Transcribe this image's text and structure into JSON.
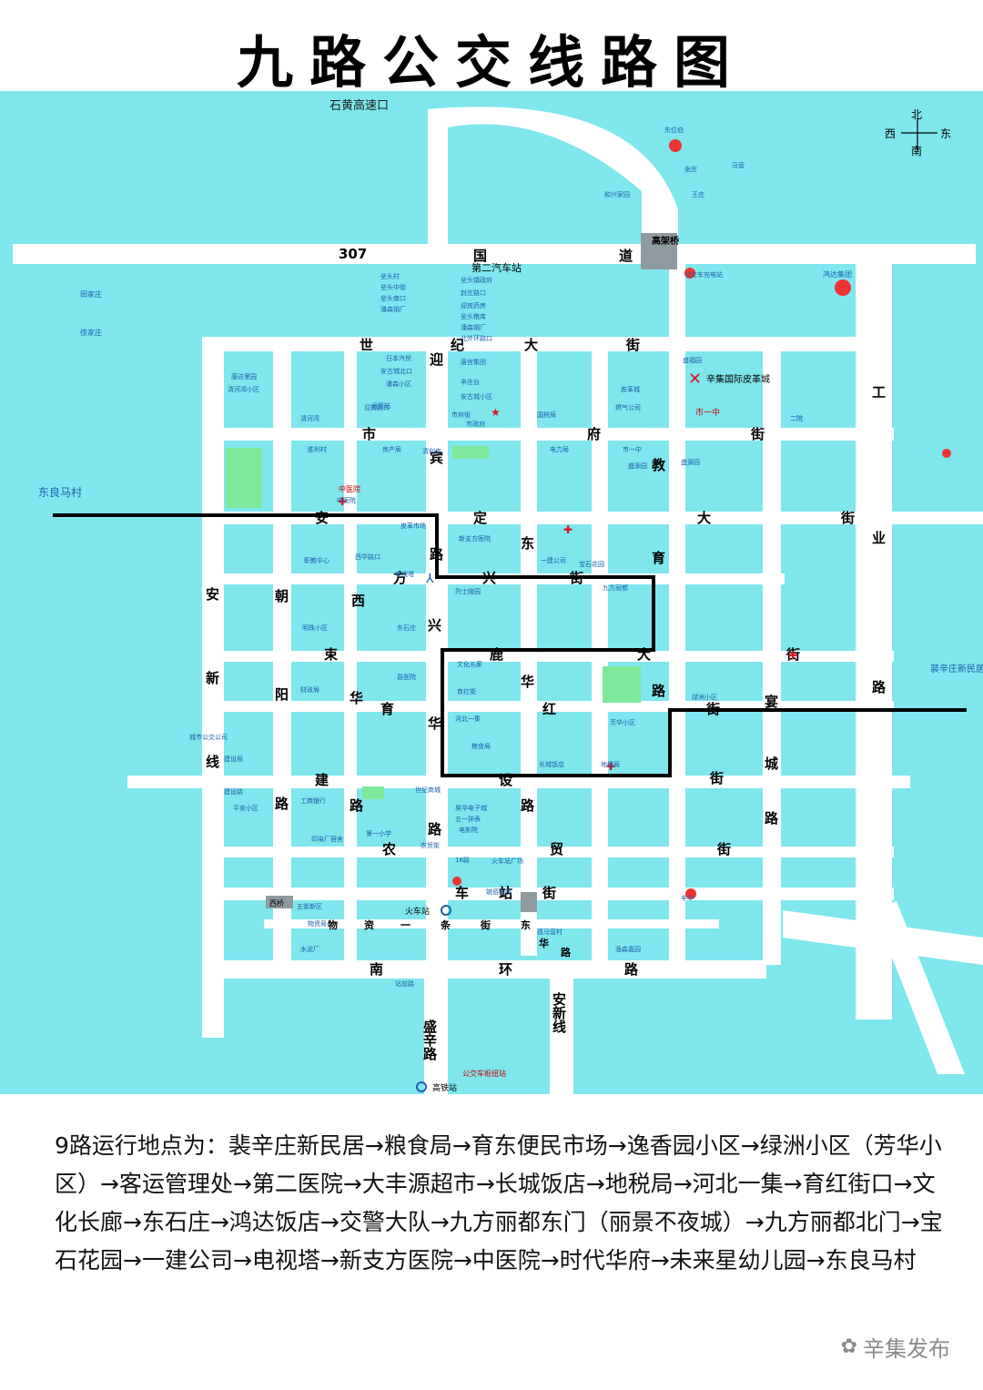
{
  "title": "九路公交线路图",
  "map": {
    "compass": {
      "north": "北",
      "south": "南",
      "west": "西",
      "east": "东"
    },
    "roads": {
      "r307": "307",
      "guo": "国",
      "dao": "道",
      "gaojiaqiao": "高架桥",
      "shiji": [
        "世",
        "纪",
        "大",
        "街"
      ],
      "ying": "迎",
      "shifu": [
        "市",
        "府",
        "街"
      ],
      "bin": "宾",
      "anding": [
        "安",
        "定",
        "大",
        "街"
      ],
      "jiaoyu": [
        "教",
        "育"
      ],
      "dongfang": [
        "东",
        "方",
        "街"
      ],
      "xing": "兴",
      "xi": "西",
      "lu1": "路",
      "gong": "工",
      "ye": "业",
      "lu2": "路",
      "an": "安",
      "xin": "新",
      "xian": "线",
      "chao": "朝",
      "yang": "阳",
      "lu3": "路",
      "shu": "束",
      "hua1": "华",
      "yu": "育",
      "hua2": "华",
      "lu_road": [
        "鹿",
        "华",
        "红",
        "街"
      ],
      "da": "大",
      "jian": "建",
      "lu4": "路",
      "lu5": "路",
      "yan": "宴",
      "cheng": "城",
      "lu6": "路",
      "jie1": "街",
      "jie2": "街",
      "she": "设",
      "lu7": "路",
      "nong": "农",
      "mao": "贸",
      "jie3": "街",
      "chezhan": [
        "车",
        "站",
        "街"
      ],
      "wuzi": [
        "物",
        "资",
        "一",
        "条",
        "街"
      ],
      "nanhuan": [
        "南",
        "环",
        "路"
      ],
      "shengxin": "盛辛路",
      "anxin": "安新线",
      "dong": "东",
      "hua": "华",
      "lu8": "路"
    },
    "places": {
      "shihuang": "石黄高速口",
      "dongliangma": "东良马村",
      "peixinzhuang": "裴辛庄新民居",
      "dierqiche": "第二汽车站",
      "xinjipiche": "辛集国际皮革城",
      "shiyizhong": "市一中",
      "zhongyiyuan": "中医院",
      "huochezhan": "火车站",
      "gaotiezhan": "高铁站",
      "gongjiao": "公交车枢纽站",
      "xiqiao": "西桥",
      "tianjia": "田家庄",
      "xuzhuang": "徐家庄",
      "hongda": "鸿达集团"
    },
    "small_labels": [
      "东位伯",
      "张庄",
      "马营",
      "和兴家园",
      "王庄",
      "公交车充电站",
      "垒头村",
      "垒头中街",
      "垒头南口",
      "潘森钢厂",
      "垒头镇政府",
      "封庄路口",
      "迎宾药房",
      "垒头粮库",
      "潘森钢厂",
      "北外环路口",
      "日本汽贸",
      "安古城北口",
      "潘森小区",
      "迎宾路口",
      "唐宫集团",
      "辛庄台",
      "安古城小区",
      "运管站",
      "市府街",
      "市政府",
      "国税局",
      "燃气公司",
      "皮革城",
      "盛福园",
      "清河湾",
      "清河湾小区",
      "唐达里园",
      "电力局",
      "市一中",
      "盛源园",
      "二院",
      "清利寺",
      "房产局",
      "胜利村",
      "盛源园",
      "中医院",
      "皮革市场",
      "新支方医院",
      "电视塔",
      "西华路口",
      "职教中心",
      "一建公司",
      "宝石花园",
      "九方丽都",
      "烈士陵园",
      "东石庄",
      "明珠小区",
      "文化长廊",
      "育红街",
      "河北一集",
      "长城饭店",
      "地税局",
      "粮食局",
      "芳华小区",
      "绿洲小区",
      "县医院",
      "财政局",
      "建设局",
      "平安小区",
      "工商银行",
      "印染厂宿舍",
      "第一小学",
      "世纪商城",
      "昊华电子城",
      "五一钟表",
      "电影院",
      "农贸街",
      "16路",
      "火车站广场",
      "五街新区",
      "物资局",
      "水泥厂",
      "站前路",
      "姚佰医院",
      "孤马营村",
      "渔森嘉园",
      "辛中",
      "建设路",
      "城市公交公司"
    ]
  },
  "description": "9路运行地点为：裴辛庄新民居→粮食局→育东便民市场→逸香园小区→绿洲小区（芳华小区）→客运管理处→第二医院→大丰源超市→长城饭店→地税局→河北一集→育红街口→文化长廊→东石庄→鸿达饭店→交警大队→九方丽都东门（丽景不夜城）→九方丽都北门→宝石花园→一建公司→电视塔→新支方医院→中医院→时代华府→未来星幼儿园→东良马村",
  "brand": "辛集发布",
  "colors": {
    "water": "#7fe6ee",
    "road": "#ffffff",
    "route": "#000000",
    "park": "#7ee89a"
  }
}
